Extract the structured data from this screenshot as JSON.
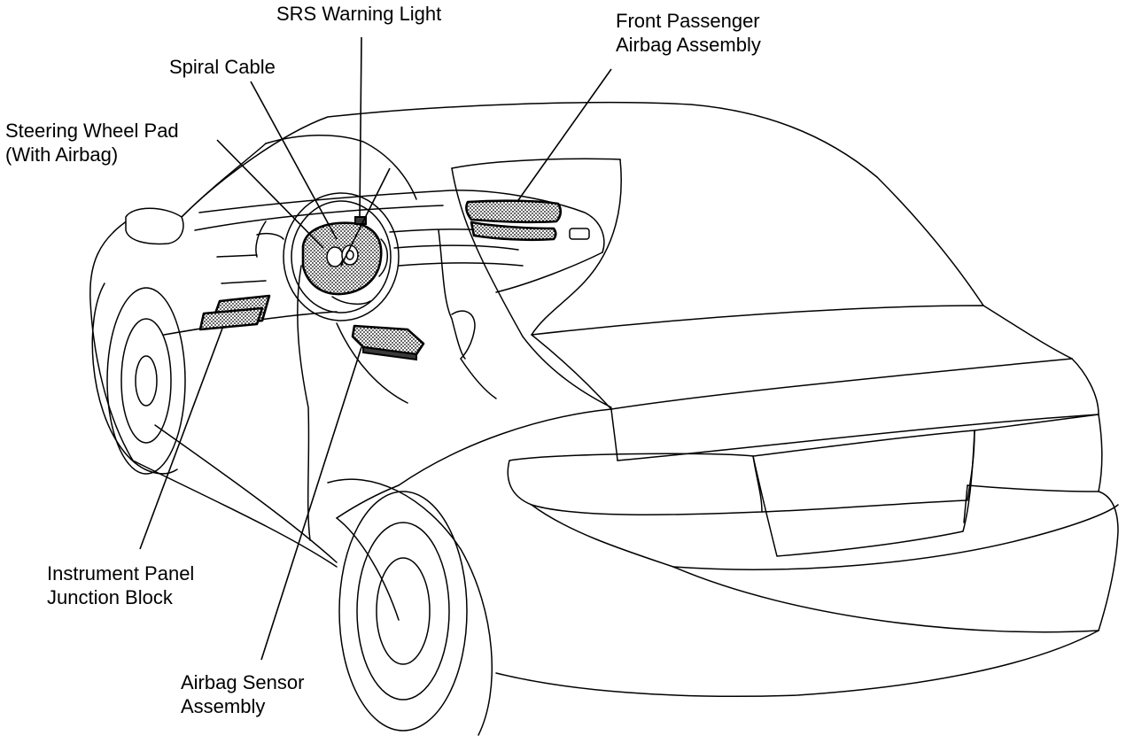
{
  "labels": {
    "srs_warning_light": "SRS Warning Light",
    "front_passenger_airbag_line1": "Front Passenger",
    "front_passenger_airbag_line2": "Airbag Assembly",
    "spiral_cable": "Spiral Cable",
    "steering_wheel_pad_line1": "Steering Wheel Pad",
    "steering_wheel_pad_line2": "(With Airbag)",
    "instrument_panel_jb_line1": "Instrument Panel",
    "instrument_panel_jb_line2": "Junction Block",
    "airbag_sensor_line1": "Airbag Sensor",
    "airbag_sensor_line2": "Assembly"
  }
}
